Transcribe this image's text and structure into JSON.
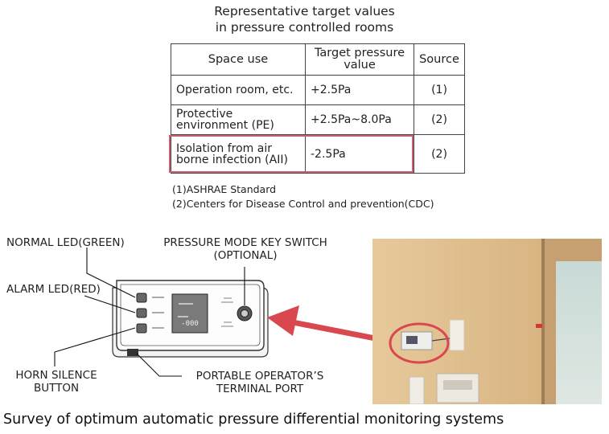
{
  "title": {
    "line1": "Representative target values",
    "line2": "in pressure controlled rooms"
  },
  "table": {
    "headers": {
      "space_use": "Space use",
      "target_line1": "Target pressure",
      "target_line2": "value",
      "source": "Source"
    },
    "rows": [
      {
        "space_line1": "Operation room, etc.",
        "space_line2": "",
        "value": "+2.5Pa",
        "source": "(1)"
      },
      {
        "space_line1": "Protective",
        "space_line2": "environment (PE)",
        "value": "+2.5Pa~8.0Pa",
        "source": "(2)"
      },
      {
        "space_line1": "Isolation from air",
        "space_line2": "borne infection (AII)",
        "value": "-2.5Pa",
        "source": "(2)"
      }
    ],
    "highlight_color": "#cc6070"
  },
  "notes": [
    "(1)ASHRAE Standard",
    "(2)Centers for Disease Control and prevention(CDC)"
  ],
  "labels": {
    "normal_led": "NORMAL LED(GREEN)",
    "alarm_led": "ALARM LED(RED)",
    "horn_line1": "HORN SILENCE",
    "horn_line2": "BUTTON",
    "key_line1": "PRESSURE MODE KEY SWITCH",
    "key_line2": "(OPTIONAL)",
    "port_line1": "PORTABLE OPERATOR’S",
    "port_line2": "TERMINAL PORT"
  },
  "device": {
    "display_reading": "-000"
  },
  "arrow_color": "#d9474f",
  "footer": "Survey of optimum automatic pressure differential monitoring systems"
}
